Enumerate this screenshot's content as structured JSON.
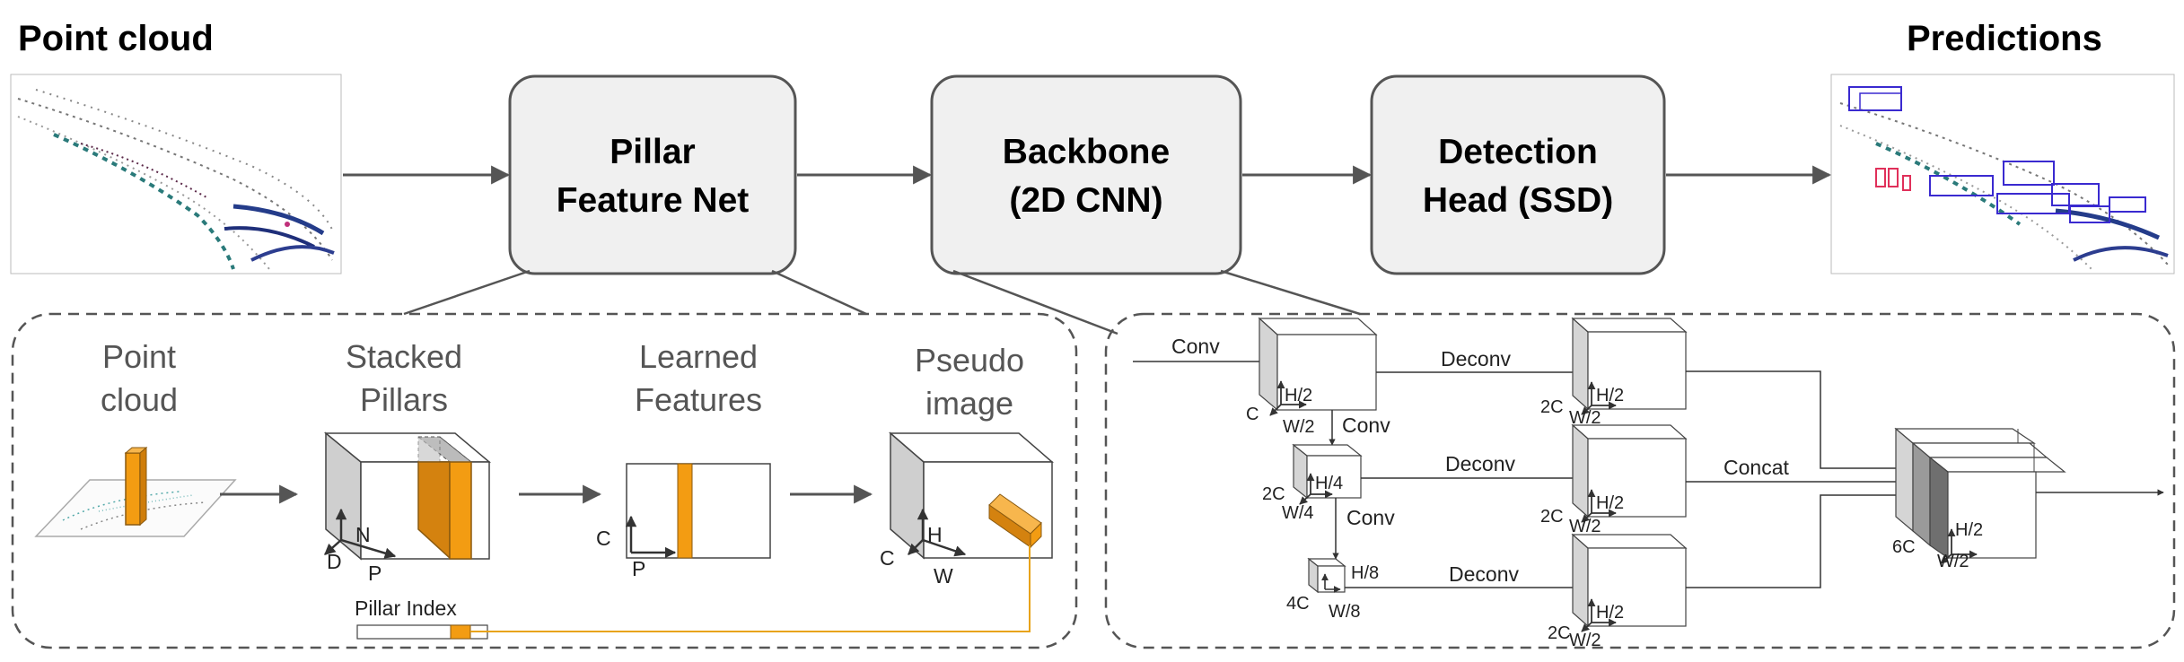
{
  "top": {
    "input_title": "Point cloud",
    "output_title": "Predictions",
    "stages": [
      {
        "line1": "Pillar",
        "line2": "Feature Net"
      },
      {
        "line1": "Backbone",
        "line2": "(2D CNN)"
      },
      {
        "line1": "Detection",
        "line2": "Head (SSD)"
      }
    ]
  },
  "pfn": {
    "sections": [
      {
        "line1": "Point",
        "line2": "cloud"
      },
      {
        "line1": "Stacked",
        "line2": "Pillars"
      },
      {
        "line1": "Learned",
        "line2": "Features"
      },
      {
        "line1": "Pseudo",
        "line2": "image"
      }
    ],
    "stacked_axes": {
      "d": "D",
      "n": "N",
      "p": "P"
    },
    "learned_axes": {
      "c": "C",
      "p": "P"
    },
    "pseudo_axes": {
      "c": "C",
      "h": "H",
      "w": "W"
    },
    "pillar_index": "Pillar Index"
  },
  "backbone": {
    "conv": "Conv",
    "deconv": "Deconv",
    "concat": "Concat",
    "c": "C",
    "c2": "2C",
    "c4": "4C",
    "c6": "6C",
    "h2": "H/2",
    "w2": "W/2",
    "h4": "H/4",
    "w4": "W/4",
    "h8": "H/8",
    "w8": "W/8"
  },
  "colors": {
    "orange": "#F39C12",
    "orange_dark": "#D4820F",
    "box_fill": "#F0F0F0",
    "stroke": "#555555",
    "pillar_index_line": "#E8A317"
  }
}
